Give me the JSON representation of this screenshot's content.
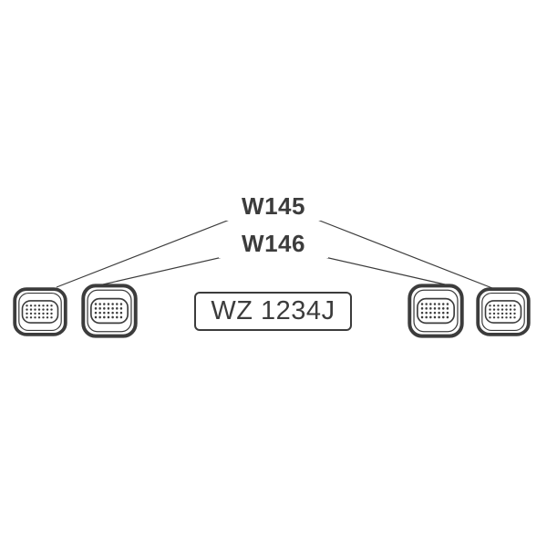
{
  "colors": {
    "background": "#ffffff",
    "ink": "#3c3c3c"
  },
  "callouts": {
    "top": "W145",
    "bottom": "W146"
  },
  "license_plate": {
    "text": "WZ 1234J"
  },
  "lamps": [
    {
      "name": "marker-lamp-outer-left"
    },
    {
      "name": "marker-lamp-inner-left"
    },
    {
      "name": "marker-lamp-inner-right"
    },
    {
      "name": "marker-lamp-outer-right"
    }
  ]
}
